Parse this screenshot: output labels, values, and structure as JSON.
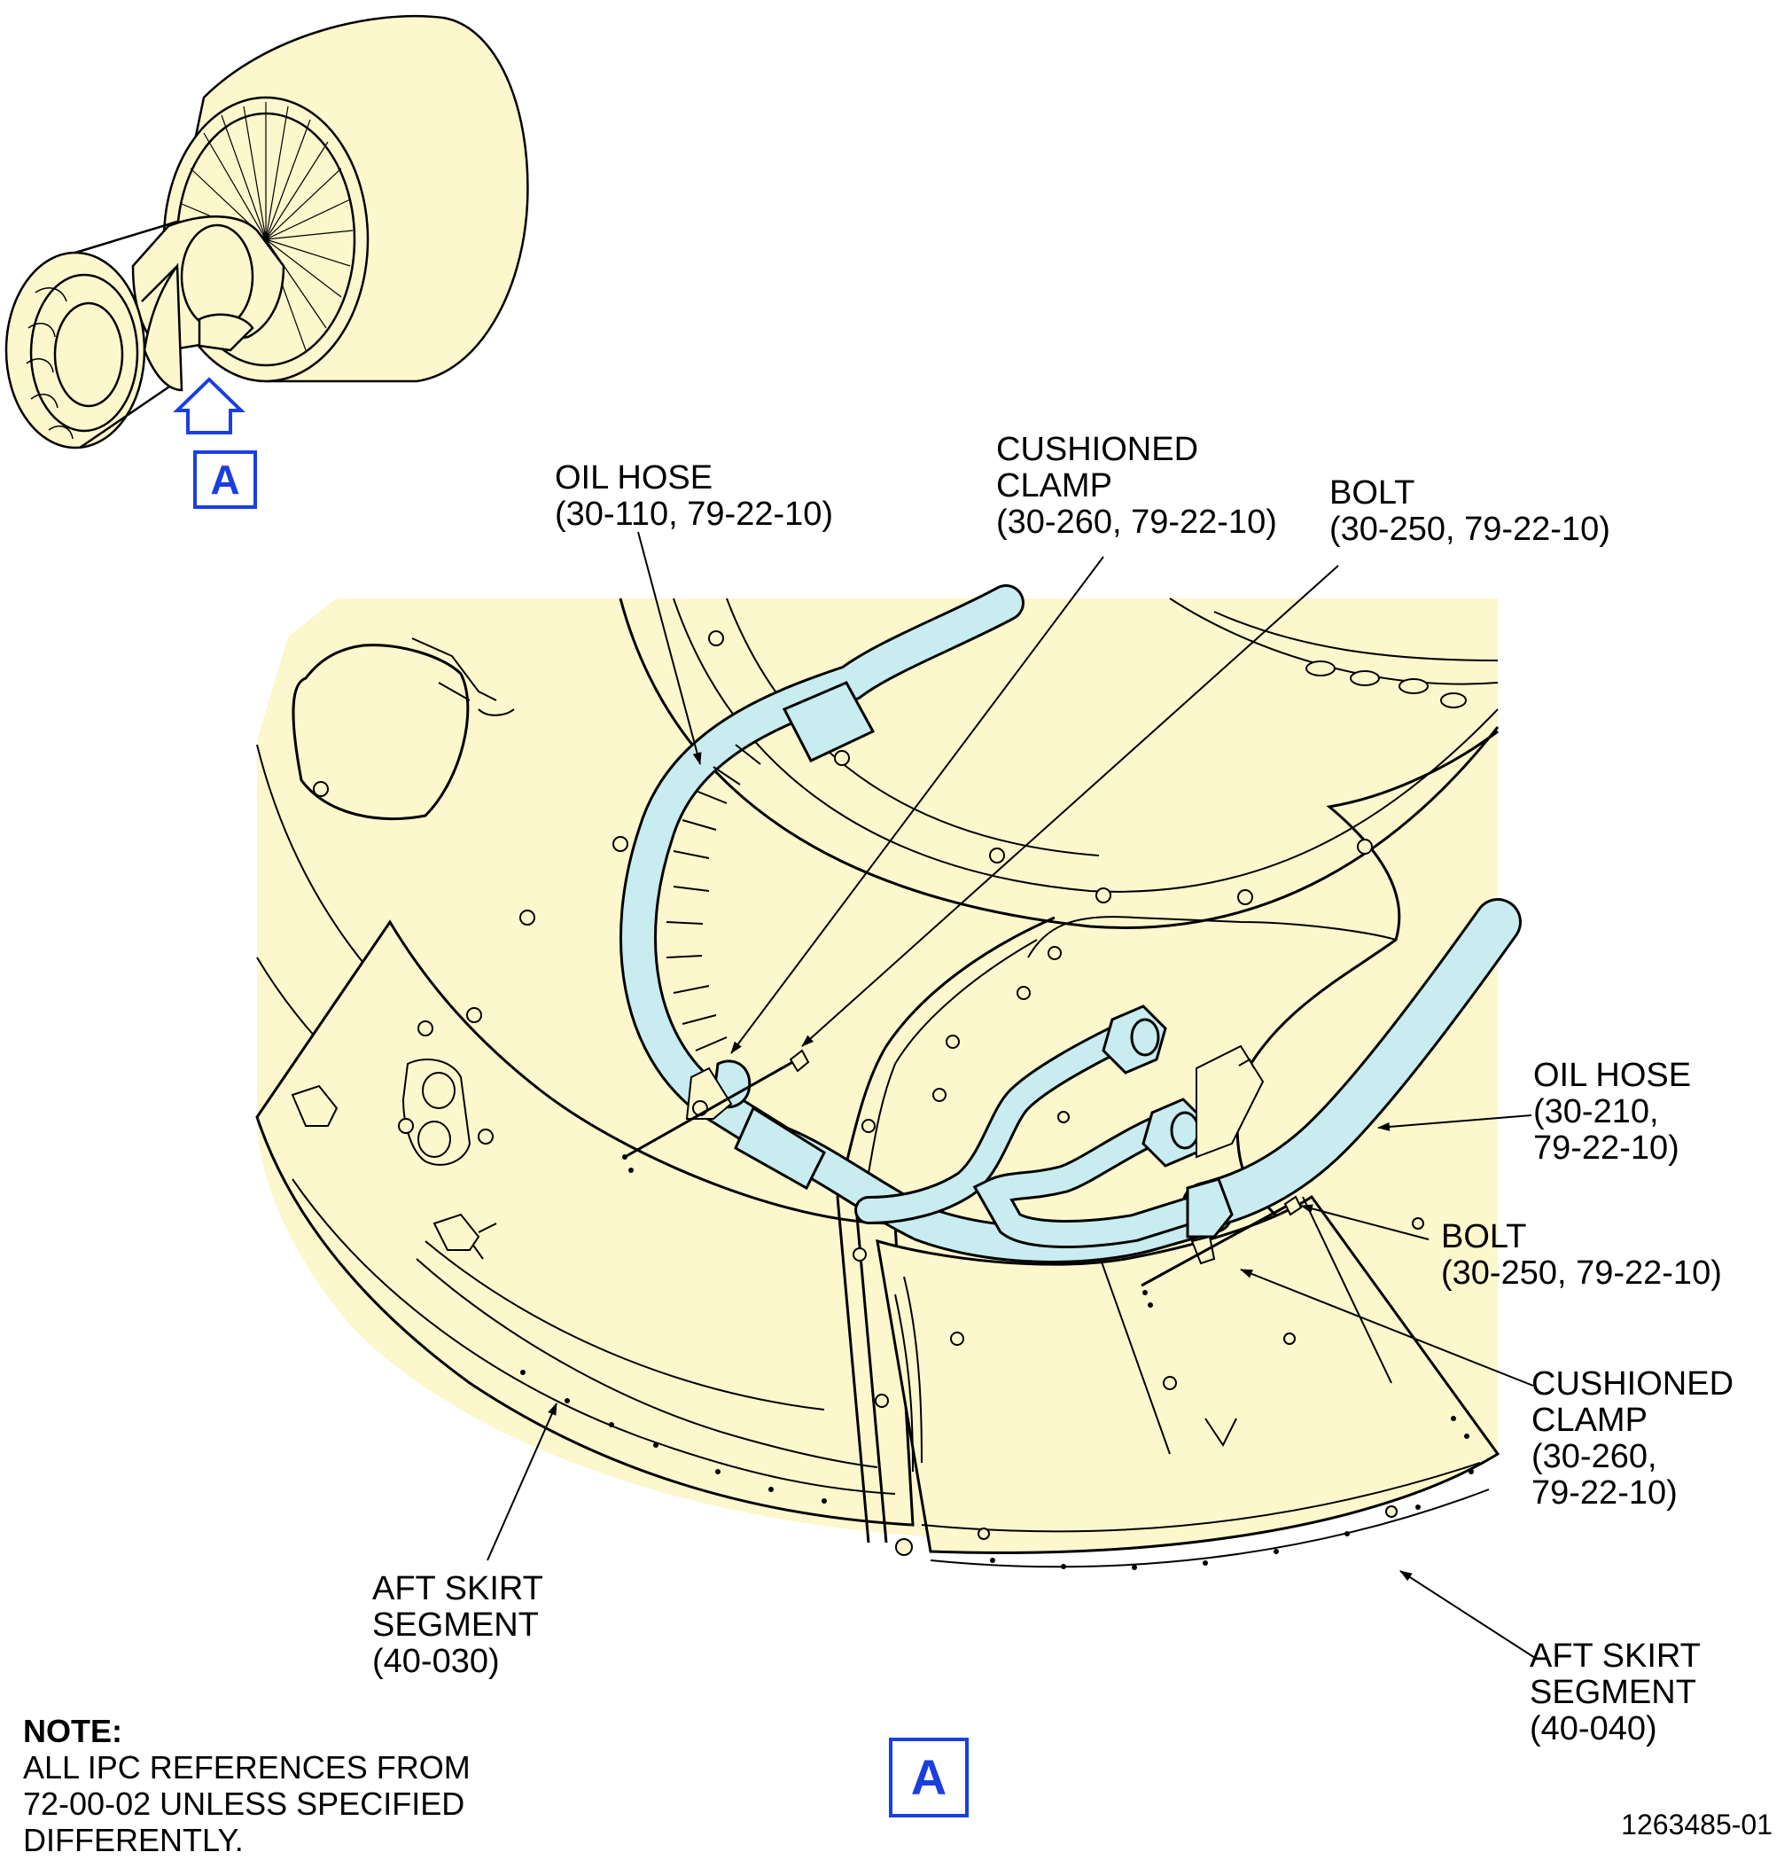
{
  "callouts": {
    "oil_hose_1": {
      "lines": [
        "OIL HOSE",
        "(30-110, 79-22-10)"
      ]
    },
    "cushioned_clamp_1": {
      "lines": [
        "CUSHIONED",
        "CLAMP",
        "(30-260, 79-22-10)"
      ]
    },
    "bolt_1": {
      "lines": [
        "BOLT",
        "(30-250, 79-22-10)"
      ]
    },
    "oil_hose_2": {
      "lines": [
        "OIL HOSE",
        "(30-210,",
        "79-22-10)"
      ]
    },
    "bolt_2": {
      "lines": [
        "BOLT",
        "(30-250, 79-22-10)"
      ]
    },
    "cushioned_clamp_2": {
      "lines": [
        "CUSHIONED",
        "CLAMP",
        "(30-260,",
        "79-22-10)"
      ]
    },
    "aft_skirt_1": {
      "lines": [
        "AFT SKIRT",
        "SEGMENT",
        "(40-030)"
      ]
    },
    "aft_skirt_2": {
      "lines": [
        "AFT SKIRT",
        "SEGMENT",
        "(40-040)"
      ]
    }
  },
  "view": {
    "label": "A"
  },
  "note": {
    "title": "NOTE:",
    "lines": [
      "ALL IPC REFERENCES FROM",
      "72-00-02 UNLESS SPECIFIED",
      "DIFFERENTLY."
    ]
  },
  "drawing_number": "1263485-01",
  "colors": {
    "part_fill": "#fcf7cc",
    "hose_fill": "#c8ecf0",
    "view_blue": "#1a3fe0",
    "line": "#000000"
  }
}
